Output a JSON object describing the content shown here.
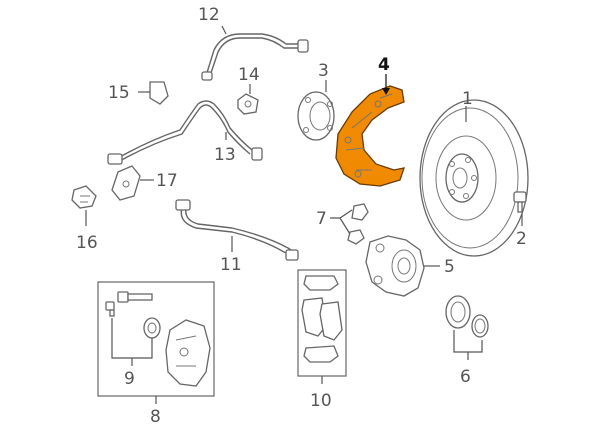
{
  "colors": {
    "highlight": "#f08a00",
    "line": "#666666",
    "label": "#555555"
  },
  "callouts": {
    "c1": "1",
    "c2": "2",
    "c3": "3",
    "c4": "4",
    "c5": "5",
    "c6": "6",
    "c7": "7",
    "c8": "8",
    "c9": "9",
    "c10": "10",
    "c11": "11",
    "c12": "12",
    "c13": "13",
    "c14": "14",
    "c15": "15",
    "c16": "16",
    "c17": "17"
  }
}
